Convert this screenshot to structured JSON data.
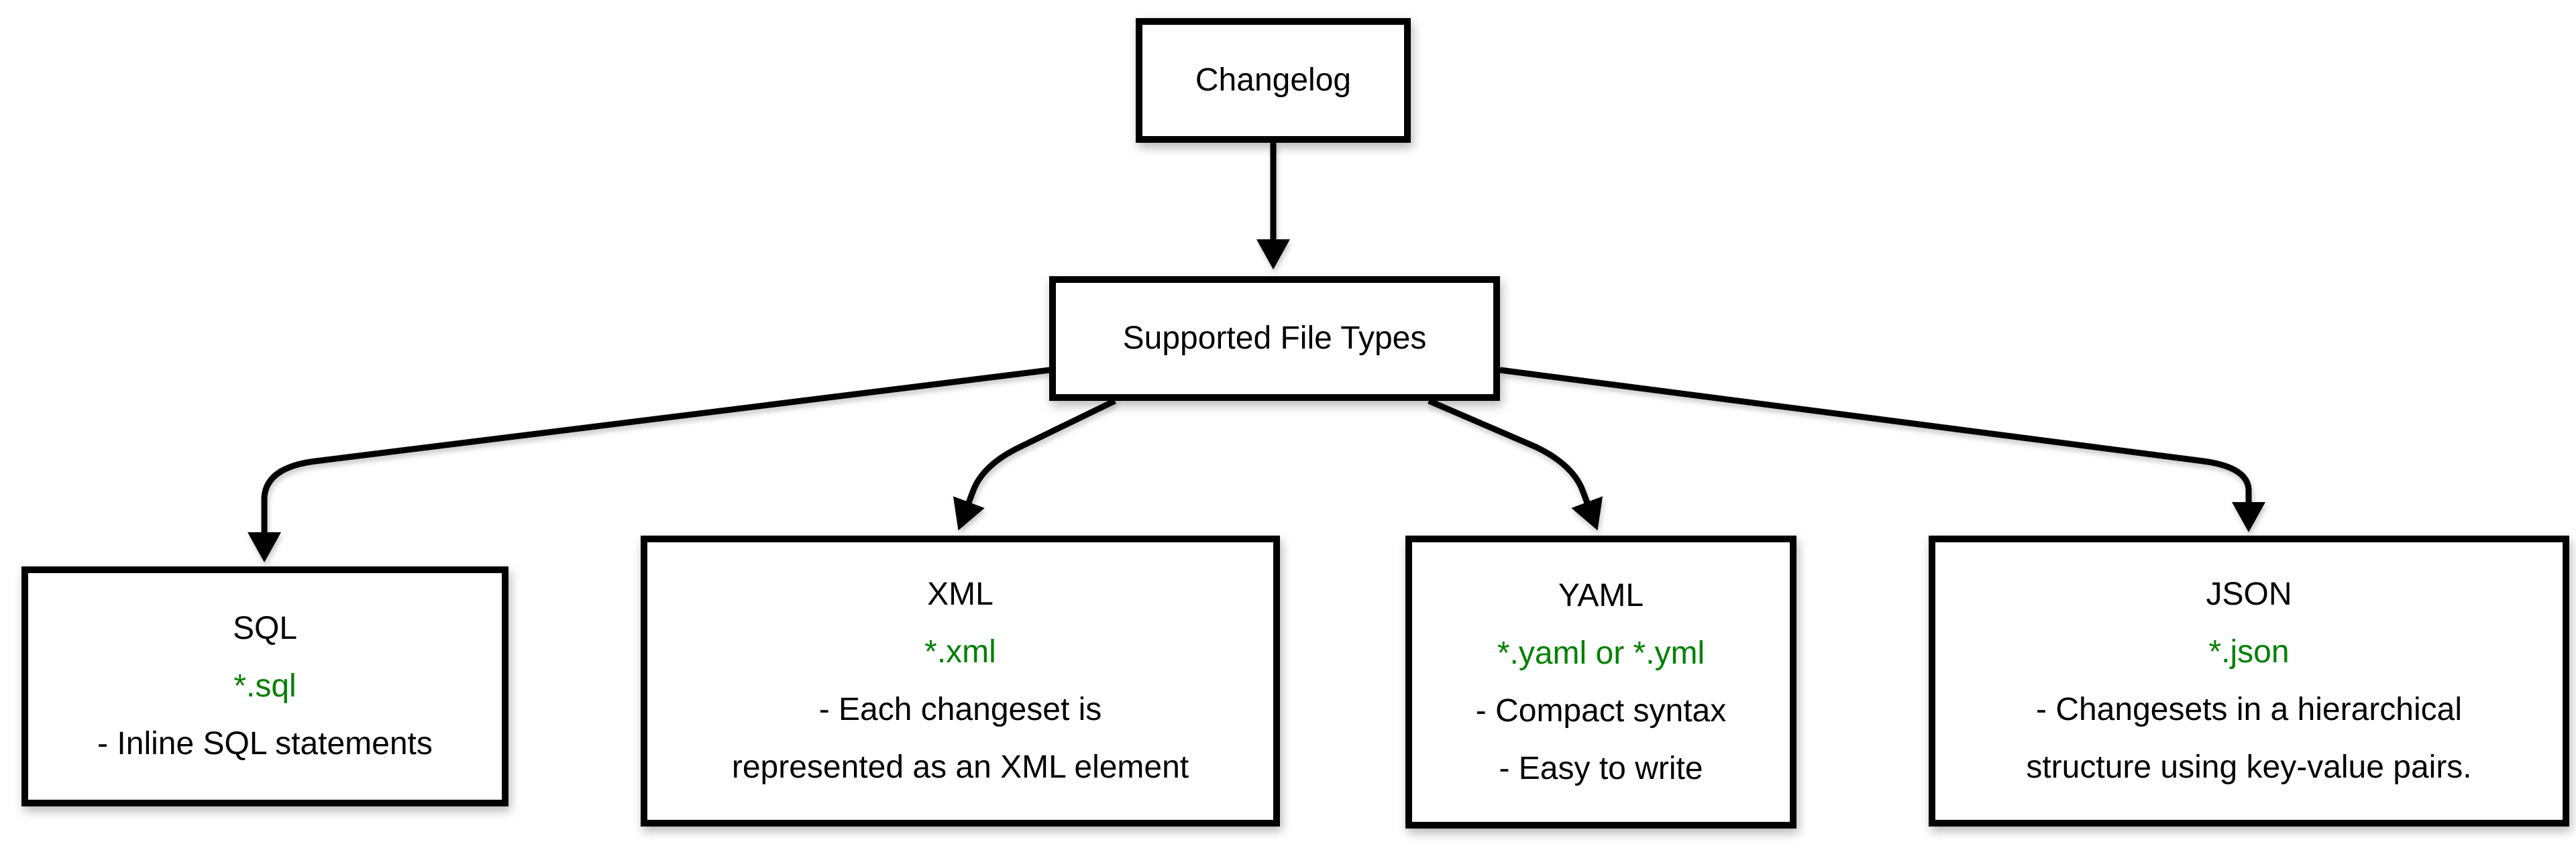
{
  "diagram": {
    "background": "#ffffff",
    "accent_green": "#008000",
    "line_color": "#000000",
    "root_label": "Changelog",
    "hub_label": "Supported File Types",
    "nodes": {
      "sql": {
        "title": "SQL",
        "extension": "*.sql",
        "lines": [
          "- Inline SQL statements"
        ]
      },
      "xml": {
        "title": "XML",
        "extension": "*.xml",
        "lines": [
          "- Each changeset is",
          "represented as an XML element"
        ]
      },
      "yaml": {
        "title": "YAML",
        "extension": "*.yaml or *.yml",
        "lines": [
          "- Compact syntax",
          "- Easy to write"
        ]
      },
      "json": {
        "title": "JSON",
        "extension": "*.json",
        "lines": [
          "- Changesets in a hierarchical",
          "structure using key-value pairs."
        ]
      }
    }
  }
}
